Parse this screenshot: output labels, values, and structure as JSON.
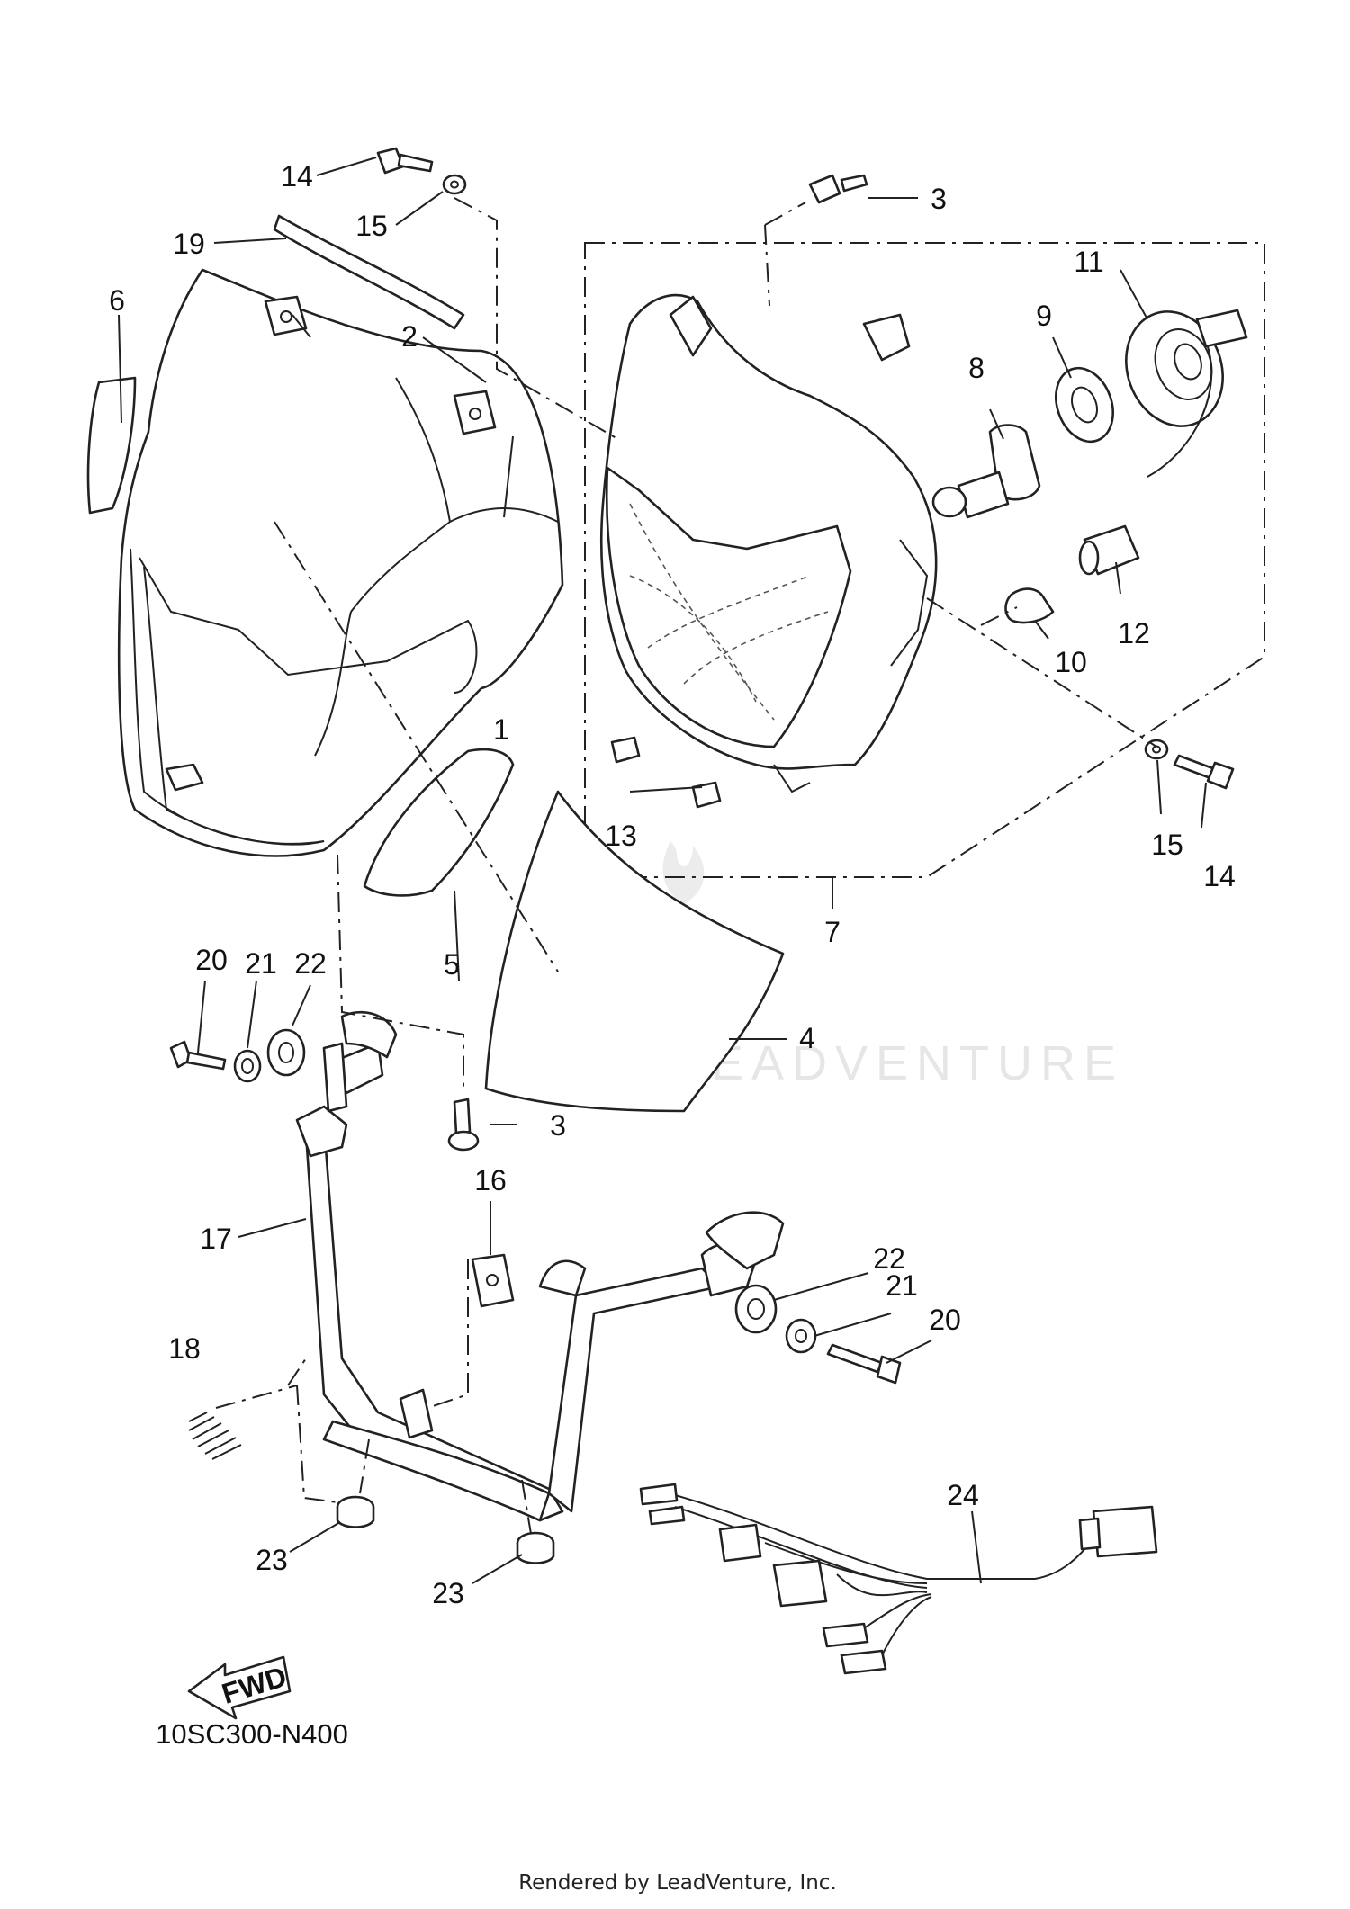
{
  "diagram": {
    "callouts": {
      "c1": "1",
      "c2": "2",
      "c3a": "3",
      "c3b": "3",
      "c4": "4",
      "c5": "5",
      "c6": "6",
      "c7": "7",
      "c8": "8",
      "c9": "9",
      "c10": "10",
      "c11": "11",
      "c12": "12",
      "c13": "13",
      "c14a": "14",
      "c14b": "14",
      "c15a": "15",
      "c15b": "15",
      "c16": "16",
      "c17": "17",
      "c18": "18",
      "c19": "19",
      "c20a": "20",
      "c20b": "20",
      "c21a": "21",
      "c21b": "21",
      "c22a": "22",
      "c22b": "22",
      "c23a": "23",
      "c23b": "23",
      "c24": "24"
    },
    "fwd_label": "FWD",
    "drawing_code": "10SC300-N400",
    "watermark": "LEADVENTURE",
    "footer": "Rendered by LeadVenture, Inc."
  }
}
